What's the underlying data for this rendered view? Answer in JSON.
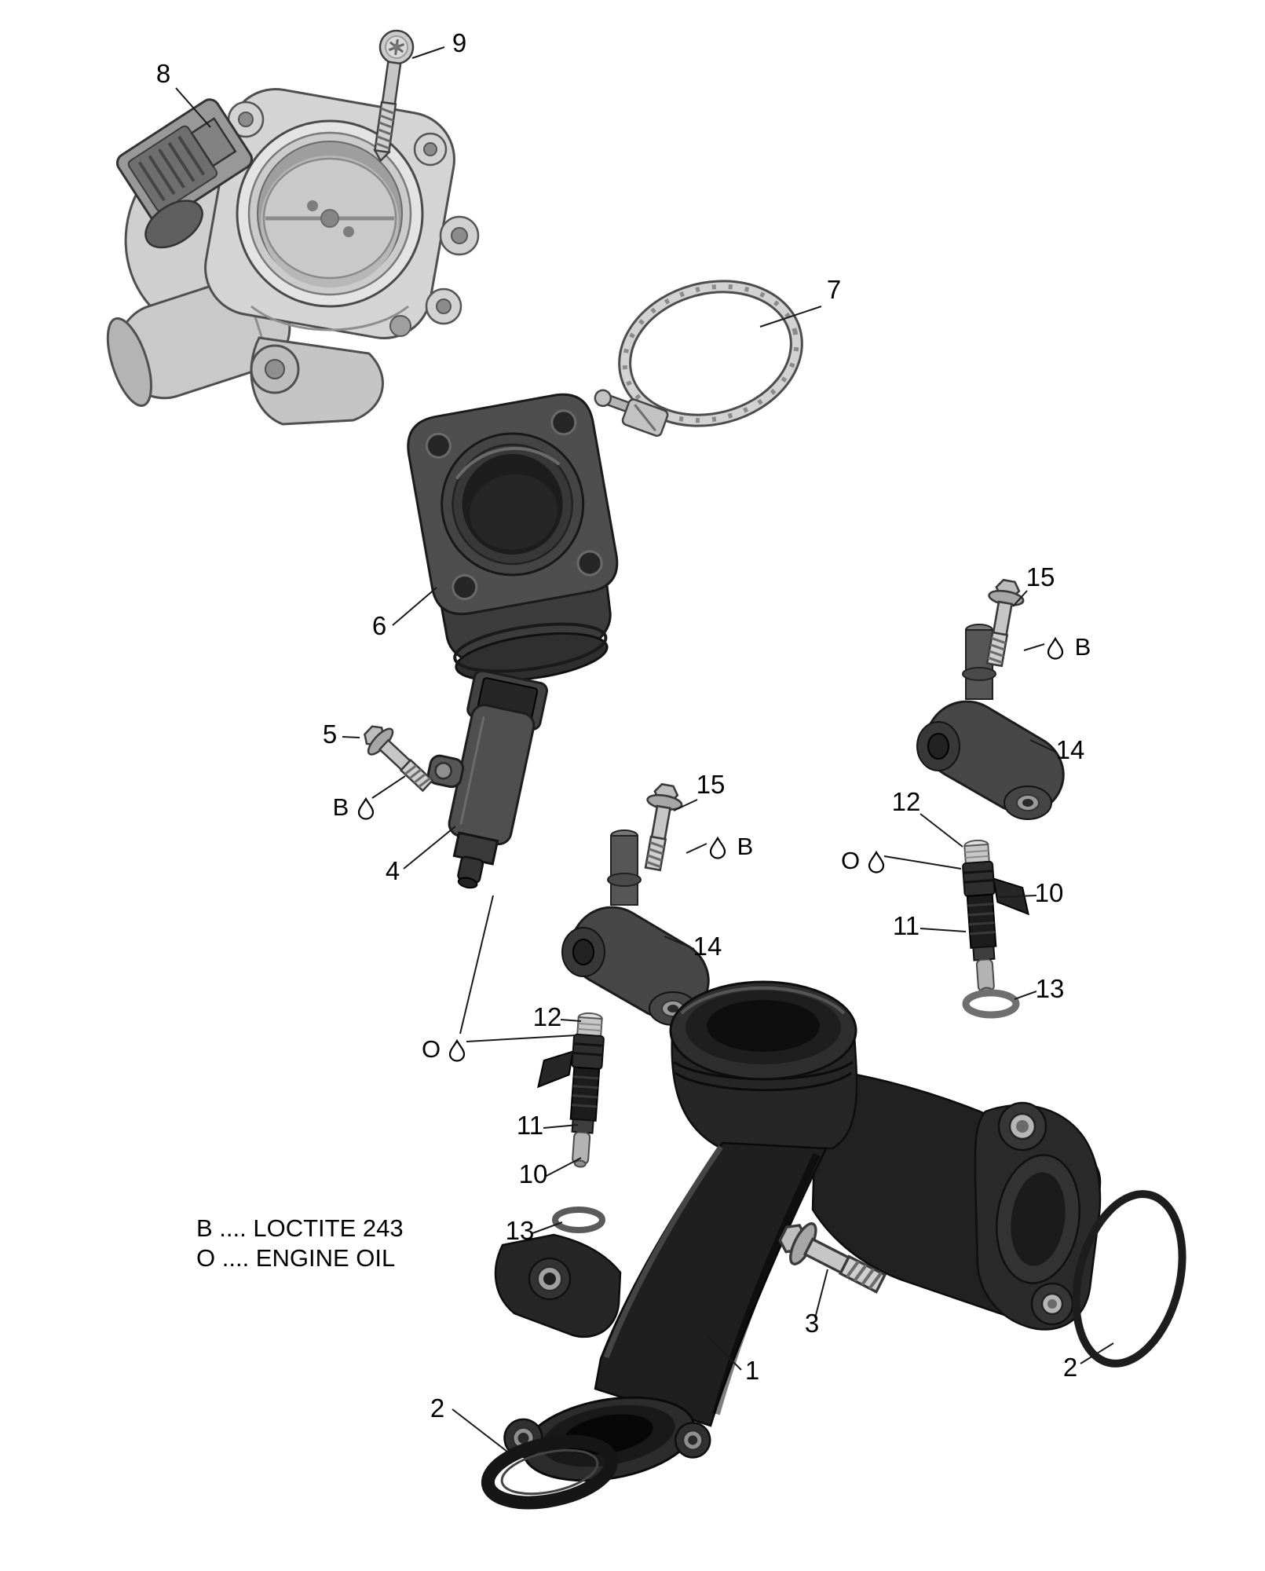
{
  "legend": {
    "loctite": "B .... LOCTITE 243",
    "engine_oil": "O .... ENGINE OIL"
  },
  "annotation_codes": {
    "loctite": "B",
    "oil": "O"
  },
  "part_labels": {
    "p1": "1",
    "p2": "2",
    "p3": "3",
    "p4": "4",
    "p5": "5",
    "p6": "6",
    "p7": "7",
    "p8": "8",
    "p9": "9",
    "p10": "10",
    "p11": "11",
    "p12": "12",
    "p13": "13",
    "p14": "14",
    "p15": "15"
  },
  "colors": {
    "background": "#ffffff",
    "line": "#1a1a1a",
    "dark_part": "#222222",
    "light_part": "#d4d4d4"
  }
}
